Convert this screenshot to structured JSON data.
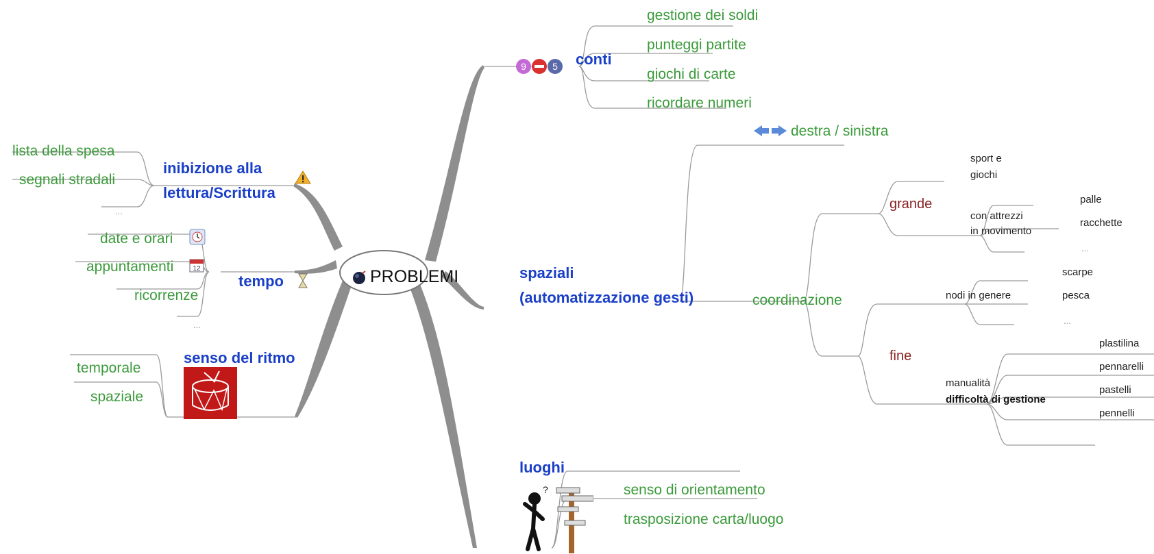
{
  "center": {
    "label": "PROBLEMI",
    "icon": "bomb-icon"
  },
  "conti": {
    "label": "conti",
    "icon": "numbers-minus-icon",
    "icon_digits": [
      "9",
      "5"
    ],
    "items": [
      "gestione dei soldi",
      "punteggi partite",
      "giochi di carte",
      "ricordare numeri"
    ]
  },
  "inibizione": {
    "label_line1": "inibizione alla",
    "label_line2": "lettura/Scrittura",
    "icon": "warning-icon",
    "items": [
      "lista della spesa",
      "segnali stradali",
      "..."
    ]
  },
  "tempo": {
    "label": "tempo",
    "icon": "hourglass-icon",
    "items": [
      "date e orari",
      "appuntamenti",
      "ricorrenze",
      "..."
    ],
    "item_icons": [
      "clock-calendar-icon",
      "calendar-icon"
    ],
    "calendar_number": "12"
  },
  "ritmo": {
    "label": "senso del ritmo",
    "icon": "drum-icon",
    "items": [
      "temporale",
      "spaziale"
    ]
  },
  "spaziali": {
    "label_line1": "spaziali",
    "label_line2": "(automatizzazione gesti)",
    "destra": {
      "label": "destra / sinistra",
      "icon": "arrows-icon"
    },
    "coordinazione": {
      "label": "coordinazione",
      "grande": {
        "label": "grande",
        "sport": [
          "sport e",
          "giochi"
        ],
        "attrezzi": [
          "con attrezzi",
          "in movimento"
        ],
        "attrezzi_items": [
          "palle",
          "racchette",
          "..."
        ]
      },
      "fine": {
        "label": "fine",
        "nodi": "nodi in genere",
        "nodi_items": [
          "scarpe",
          "pesca",
          "..."
        ],
        "manualita": [
          "manualità",
          "difficoltà di gestione"
        ],
        "manualita_items": [
          "plastilina",
          "pennarelli",
          "pastelli",
          "pennelli"
        ]
      }
    }
  },
  "luoghi": {
    "label": "luoghi",
    "icon": "signpost-person-icon",
    "items": [
      "senso di orientamento",
      "trasposizione carta/luogo"
    ]
  },
  "colors": {
    "branch_green": "#3a9a3a",
    "branch_blue": "#1a3fc8",
    "branch_red": "#8a2323",
    "trunk": "#8a8a8a",
    "line": "#9a9a9a"
  }
}
